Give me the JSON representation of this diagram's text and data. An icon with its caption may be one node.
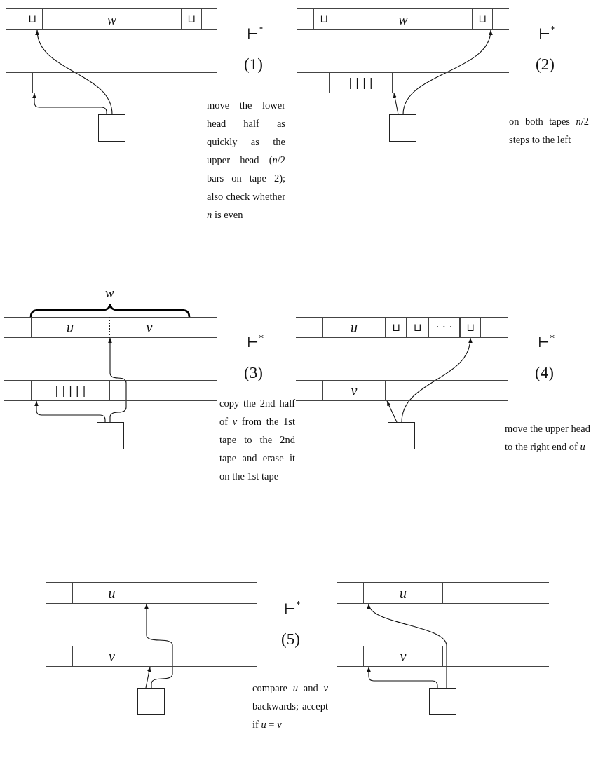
{
  "diagram": {
    "nodes": [
      {
        "text": [],
        "shape": "bar"
      },
      {
        "text": [
          "⊔"
        ],
        "in": 0
      },
      {
        "text": [
          "w"
        ],
        "in": 0
      },
      {
        "text": [
          "⊔"
        ],
        "in": 0
      },
      {
        "text": [],
        "shape": "bar"
      },
      {
        "text": [],
        "shape": "box",
        "in": 4
      },
      {
        "text": [],
        "shape": "box"
      },
      {
        "text": [],
        "shape": "bar"
      },
      {
        "text": [
          "⊔"
        ],
        "in": 7
      },
      {
        "text": [
          "w"
        ],
        "in": 7
      },
      {
        "text": [
          "⊔"
        ],
        "in": 7
      },
      {
        "text": [],
        "shape": "bar"
      },
      {
        "text": [
          "| | | |"
        ],
        "in": 11
      },
      {
        "text": [],
        "shape": "box",
        "in": 11
      },
      {
        "text": [],
        "shape": "box"
      },
      {
        "text": [],
        "shape": "bar"
      },
      {
        "text": [
          "u"
        ],
        "in": 15
      },
      {
        "text": [
          "v"
        ],
        "in": 15
      },
      {
        "text": [],
        "shape": "bar"
      },
      {
        "text": [
          "| | | | |"
        ],
        "in": 18
      },
      {
        "text": [],
        "shape": "box"
      },
      {
        "text": [],
        "shape": "bar"
      },
      {
        "text": [
          "u"
        ],
        "in": 21
      },
      {
        "text": [
          "⊔"
        ],
        "in": 21
      },
      {
        "text": [
          "⊔"
        ],
        "in": 21
      },
      {
        "text": [
          "· · ·"
        ],
        "in": 21
      },
      {
        "text": [
          "⊔"
        ],
        "in": 21
      },
      {
        "text": [],
        "shape": "bar"
      },
      {
        "text": [
          "v"
        ],
        "in": 27
      },
      {
        "text": [],
        "shape": "box",
        "in": 27
      },
      {
        "text": [],
        "shape": "box"
      },
      {
        "text": [],
        "shape": "bar"
      },
      {
        "text": [
          "u"
        ],
        "in": 31
      },
      {
        "text": [],
        "shape": "bar"
      },
      {
        "text": [
          "v"
        ],
        "in": 33
      },
      {
        "text": [],
        "shape": "box"
      },
      {
        "text": [],
        "shape": "bar"
      },
      {
        "text": [
          "u"
        ],
        "in": 36
      },
      {
        "text": [],
        "shape": "bar"
      },
      {
        "text": [
          "v"
        ],
        "in": 38
      },
      {
        "text": [],
        "shape": "box"
      }
    ],
    "edges": [
      {
        "from": 6,
        "to": 1,
        "arrow": "to"
      },
      {
        "from": 6,
        "to": 5,
        "arrow": "to"
      },
      {
        "from": 14,
        "to": 13,
        "arrow": "to"
      },
      {
        "from": 14,
        "to": 10,
        "arrow": "to"
      },
      {
        "from": 20,
        "to": 19,
        "arrow": "to"
      },
      {
        "from": 20,
        "to": 17,
        "arrow": "to"
      },
      {
        "from": 30,
        "to": 29,
        "arrow": "to"
      },
      {
        "from": 30,
        "to": 26,
        "arrow": "to"
      },
      {
        "from": 35,
        "to": 34,
        "arrow": "to"
      },
      {
        "from": 35,
        "to": 32,
        "arrow": "to"
      },
      {
        "from": 40,
        "to": 37,
        "arrow": "to"
      },
      {
        "from": 40,
        "to": 39,
        "arrow": "to"
      }
    ],
    "labels": [
      "⊢$^{*}$",
      "(1)",
      "move the lower head half as quickly as the upper head (*n*/2 bars on tape 2); also check whether *n* is even",
      "⊢$^{*}$",
      "(2)",
      "on both tapes *n*/2 steps to the left",
      "w",
      "⊢$^{*}$",
      "(3)",
      "copy the 2nd half of *v* from the 1st tape to the 2nd tape and erase it on the 1st tape",
      "⊢$^{*}$",
      "(4)",
      "move the upper head to the right end of *u*",
      "⊢$^{*}$",
      "(5)",
      "compare *u* and *v* backwards; accept if *u* = *v*"
    ]
  }
}
